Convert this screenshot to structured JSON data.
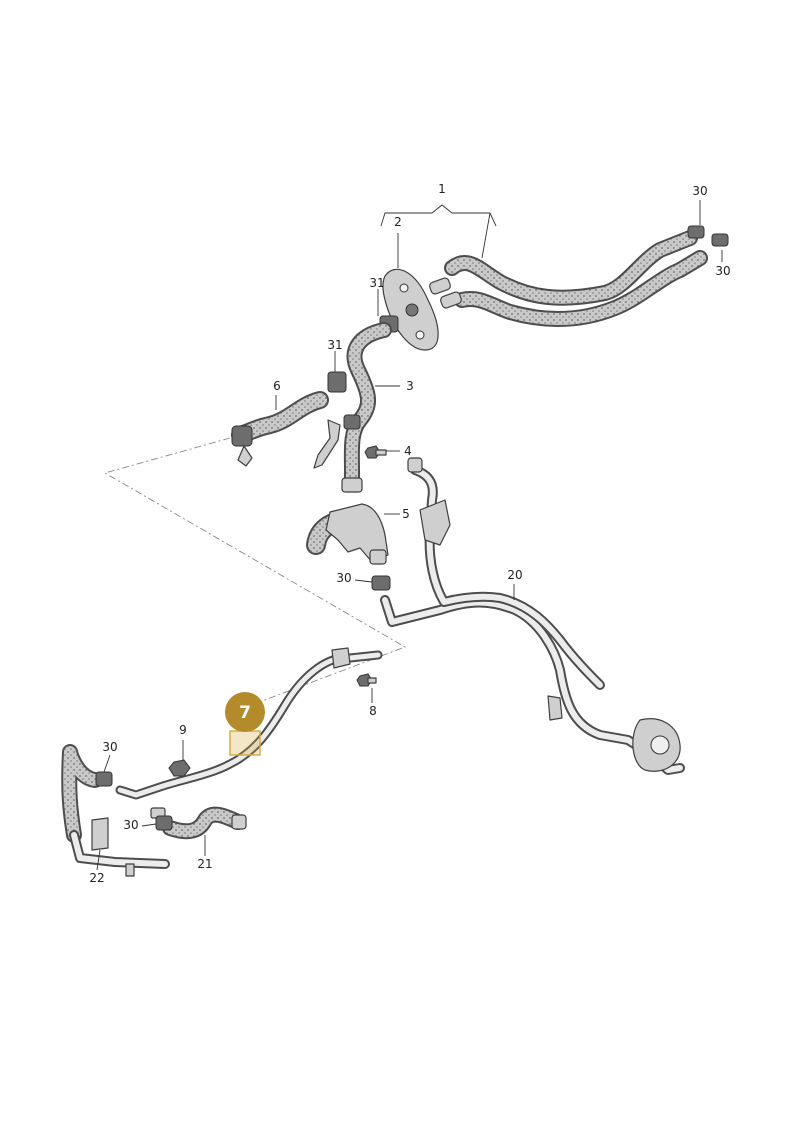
{
  "diagram": {
    "callouts": {
      "c1": "1",
      "c2": "2",
      "c3": "3",
      "c4": "4",
      "c5": "5",
      "c6": "6",
      "c7": "7",
      "c8": "8",
      "c9": "9",
      "c20": "20",
      "c21": "21",
      "c22": "22",
      "c30_top_a": "30",
      "c30_top_b": "30",
      "c30_mid": "30",
      "c30_left_a": "30",
      "c30_left_b": "30",
      "c31_a": "31",
      "c31_b": "31"
    },
    "colors": {
      "highlight_badge": "#b48a2a",
      "highlight_box": "#d9a93a",
      "hose_fill": "#c9c9c9",
      "pipe_fill": "#e6e6e6"
    }
  }
}
